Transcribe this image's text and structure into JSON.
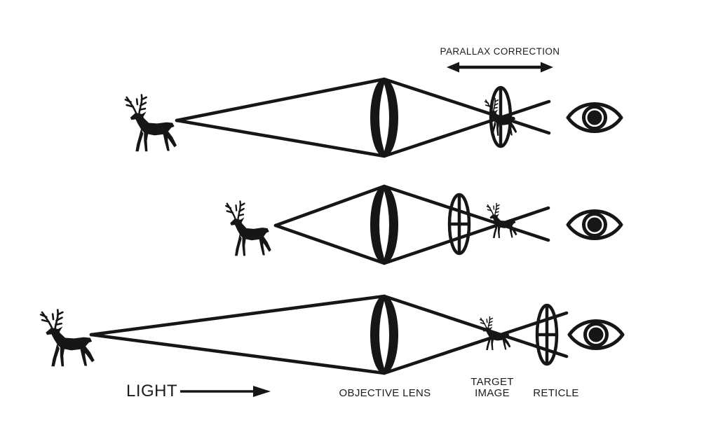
{
  "meta": {
    "description": "Optical diagram explaining rifle-scope parallax correction: light from a deer passes through the objective lens and forms a target image relative to the reticle, viewed by an eye",
    "background_color": "#ffffff",
    "ink_color": "#161616"
  },
  "labels": {
    "parallax_correction": "PARALLAX CORRECTION",
    "light": "LIGHT",
    "objective_lens": "OBJECTIVE LENS",
    "target_image_line1": "TARGET",
    "target_image_line2": "IMAGE",
    "reticle": "RETICLE"
  },
  "icons": {
    "deer": "deer-silhouette-icon",
    "eye": "eye-icon",
    "lens": "biconvex-lens-icon",
    "reticle": "reticle-crosshair-ellipse-icon",
    "double_arrow": "left-right-arrow-icon",
    "light_arrow": "right-arrow-icon"
  },
  "diagram": {
    "rows": [
      {
        "name": "row-1",
        "target_image_position": "on-reticle"
      },
      {
        "name": "row-2",
        "target_image_position": "behind-reticle"
      },
      {
        "name": "row-3",
        "target_image_position": "in-front-of-reticle"
      }
    ]
  }
}
